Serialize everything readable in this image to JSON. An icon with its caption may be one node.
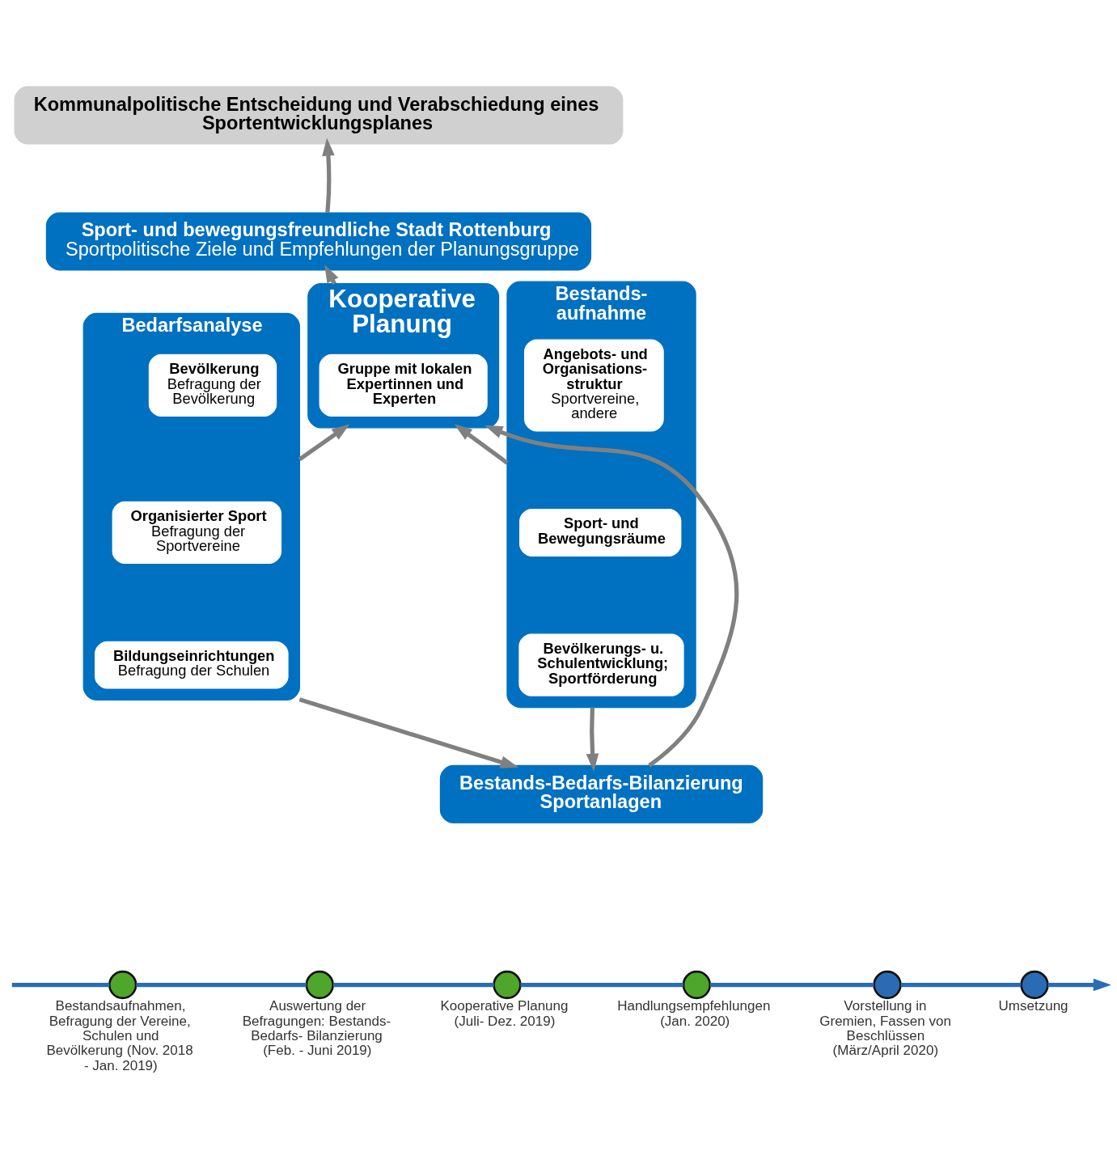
{
  "diagram": {
    "nodes": [
      {
        "text": [
          "Kommunalpolitische Entscheidung und Verabschiedung eines Sportentwicklungsplanes"
        ]
      },
      {
        "text": [
          "Sport- und bewegungsfreundliche Stadt Rottenburg",
          "Sportpolitische Ziele und Empfehlungen der Planungsgruppe"
        ]
      },
      {
        "text": [
          "Bedarfsanalyse"
        ]
      },
      {
        "text": [
          "Bevölkerung",
          "Befragung der Bevölkerung"
        ],
        "in": 2
      },
      {
        "text": [
          "Organisierter Sport",
          "Befragung der Sportvereine"
        ],
        "in": 2
      },
      {
        "text": [
          "Bildungseinrichtungen",
          "Befragung der Schulen"
        ],
        "in": 2
      },
      {
        "text": [
          "Kooperative Planung"
        ]
      },
      {
        "text": [
          "Gruppe mit lokalen Expertinnen und Experten"
        ],
        "in": 6
      },
      {
        "text": [
          "Bestands- aufnahme"
        ]
      },
      {
        "text": [
          "Angebots- und Organisations- struktur",
          "Sportvereine, andere"
        ],
        "in": 8
      },
      {
        "text": [
          "Sport- und Bewegungsräume"
        ],
        "in": 8
      },
      {
        "text": [
          "Bevölkerungs- u. Schulentwicklung; Sportförderung"
        ],
        "in": 8
      },
      {
        "text": [
          "Bestands-Bedarfs-Bilanzierung Sportanlagen"
        ]
      },
      {
        "text": [],
        "shape": "circle",
        "beside": [
          "Bestandsaufnahmen, Befragung der Vereine, Schulen und Bevölkerung (Nov. 2018 - Jan. 2019)"
        ]
      },
      {
        "text": [],
        "shape": "circle",
        "beside": [
          "Auswertung der Befragungen: Bestands- Bedarfs- Bilanzierung (Feb. - Juni 2019)"
        ]
      },
      {
        "text": [],
        "shape": "circle",
        "beside": [
          "Kooperative Planung (Juli- Dez. 2019)"
        ]
      },
      {
        "text": [],
        "shape": "circle",
        "beside": [
          "Handlungsempfehlungen (Jan. 2020)"
        ]
      },
      {
        "text": [],
        "shape": "circle",
        "beside": [
          "Vorstellung in Gremien, Fassen von Beschlüssen (März/April 2020)"
        ]
      },
      {
        "text": [],
        "shape": "circle",
        "beside": [
          "Umsetzung"
        ]
      }
    ],
    "edges": [
      {
        "from": 1,
        "to": 0,
        "arrow": "to"
      },
      {
        "from": 6,
        "to": 1,
        "arrow": "to"
      },
      {
        "from": 2,
        "to": 6,
        "arrow": "to"
      },
      {
        "from": 8,
        "to": 6,
        "arrow": "to"
      },
      {
        "from": 12,
        "to": 6,
        "arrow": "to"
      },
      {
        "from": 2,
        "to": 12,
        "arrow": "to"
      },
      {
        "from": 8,
        "to": 12,
        "arrow": "to"
      },
      {
        "from": null,
        "to": 13,
        "arrow": "none",
        "color": "#2a6cb3"
      },
      {
        "from": 13,
        "to": 14,
        "arrow": "none",
        "color": "#2a6cb3"
      },
      {
        "from": 14,
        "to": 15,
        "arrow": "none",
        "color": "#2a6cb3"
      },
      {
        "from": 15,
        "to": 16,
        "arrow": "none",
        "color": "#2a6cb3"
      },
      {
        "from": 16,
        "to": 17,
        "arrow": "none",
        "color": "#2a6cb3"
      },
      {
        "from": 17,
        "to": 18,
        "arrow": "none",
        "color": "#2a6cb3"
      },
      {
        "from": 18,
        "to": null,
        "arrow": "to",
        "color": "#2a6cb3"
      }
    ]
  }
}
